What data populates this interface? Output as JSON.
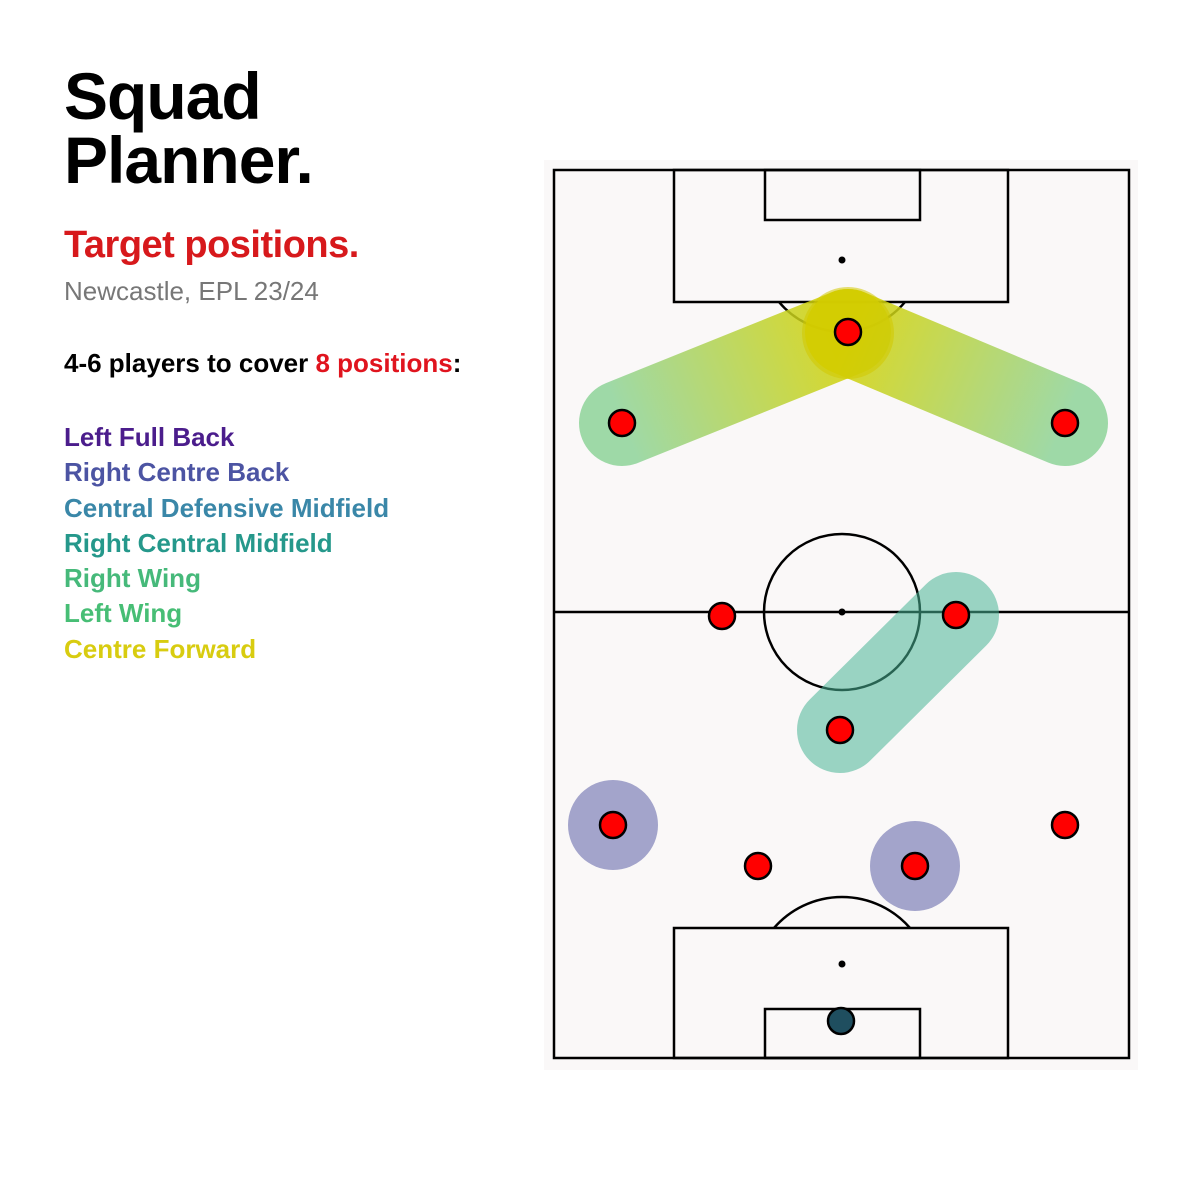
{
  "title_lines": [
    "Squad",
    "Planner."
  ],
  "subtitle": "Target positions.",
  "context": "Newcastle, EPL 23/24",
  "coverage": {
    "prefix": "4-6 players to cover ",
    "accent": "8 positions",
    "suffix": ":"
  },
  "target_positions": [
    {
      "label": "Left Full Back",
      "color": "#4b1d8c"
    },
    {
      "label": "Right Centre Back",
      "color": "#4c54a3"
    },
    {
      "label": "Central Defensive Midfield",
      "color": "#3a87a8"
    },
    {
      "label": "Right Central Midfield",
      "color": "#25988b"
    },
    {
      "label": "Right Wing",
      "color": "#46b97a"
    },
    {
      "label": "Left Wing",
      "color": "#47be75"
    },
    {
      "label": "Centre Forward",
      "color": "#d8cc10"
    }
  ],
  "colors": {
    "player": "#ff0000",
    "goalkeeper": "#1f4e5f",
    "pitch": "#faf8f8",
    "lines": "#000000"
  }
}
